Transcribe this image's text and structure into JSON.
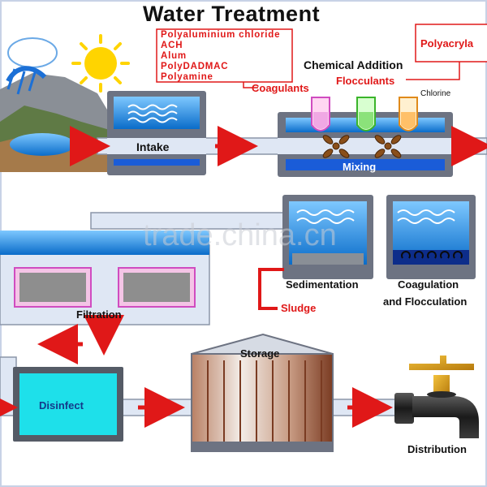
{
  "title": "Water Treatment",
  "coagulants": {
    "items": [
      "Polyaluminium chloride",
      "ACH",
      "Alum",
      "PolyDADMAC",
      "Polyamine"
    ],
    "label": "Coagulants"
  },
  "flocculants": {
    "items": [
      "Polyacryla"
    ],
    "label": "Flocculants"
  },
  "chemical_addition": "Chemical Addition",
  "chlorine": "Chlorine",
  "stages": {
    "intake": "Intake",
    "mixing": "Mixing",
    "sedimentation": "Sedimentation",
    "coagulation_line1": "Coagulation",
    "coagulation_line2": "and Flocculation",
    "sludge": "Sludge",
    "filtration": "Filtration",
    "disinfect": "Disinfect",
    "storage": "Storage",
    "distribution": "Distribution"
  },
  "watermark": "trade.china.cn",
  "colors": {
    "pipe": "#dfe7f4",
    "pipe_edge": "#8b95a8",
    "tank": "#6d7382",
    "water": "#1d8fe0",
    "arrow": "#e01818",
    "label_red": "#e01818",
    "disinfect": "#1ee0ea"
  }
}
